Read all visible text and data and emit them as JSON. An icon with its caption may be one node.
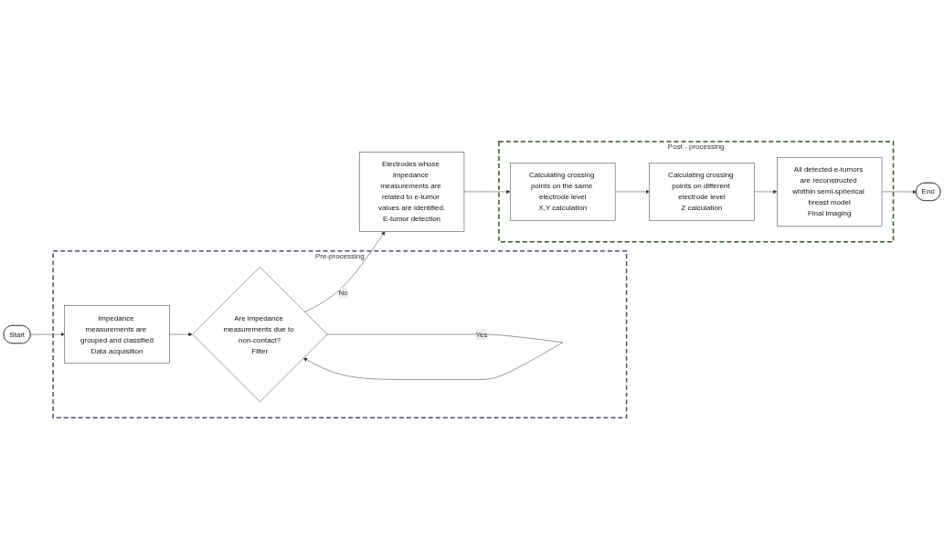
{
  "diagram": {
    "nodes": [
      {
        "text": [
          "Start"
        ]
      },
      {
        "text": [
          "Pre-processing"
        ]
      },
      {
        "text": [
          "Impedance measurements are grouped and classified",
          "Data acquisition"
        ],
        "in": 1
      },
      {
        "text": [
          "Are impedance measurements due to non-contact?",
          "Filter"
        ],
        "in": 1
      },
      {
        "text": [
          "Electrodes whose impedance measurements are related to e-tumor values are identified.",
          "E-tumor detection"
        ]
      },
      {
        "text": [
          "End"
        ]
      },
      {
        "text": [
          "Post - processing"
        ]
      },
      {
        "text": [
          "All detected e-tumors are reconstructed whithin semi-spherical breast model",
          "Final imaging"
        ],
        "in": 6
      },
      {
        "text": [
          "Calculating crossing points on different electrode level",
          "Z calculation"
        ],
        "in": 6
      },
      {
        "text": [
          "Calculating crossing points on the same electrode level",
          "X,Y calculation"
        ],
        "in": 6
      }
    ],
    "edges": [
      {
        "from": 0,
        "to": 2,
        "arrow": "to"
      },
      {
        "from": 2,
        "to": 3,
        "arrow": "to"
      },
      {
        "from": 3,
        "to": 3,
        "arrow": "to",
        "label": "Yes"
      },
      {
        "from": 3,
        "to": 4,
        "arrow": "to",
        "label": "No"
      },
      {
        "from": 4,
        "to": 9,
        "arrow": "to"
      },
      {
        "from": 9,
        "to": 8,
        "arrow": "to"
      },
      {
        "from": 8,
        "to": 7,
        "arrow": "to"
      },
      {
        "from": 7,
        "to": 5,
        "arrow": "to"
      }
    ]
  }
}
